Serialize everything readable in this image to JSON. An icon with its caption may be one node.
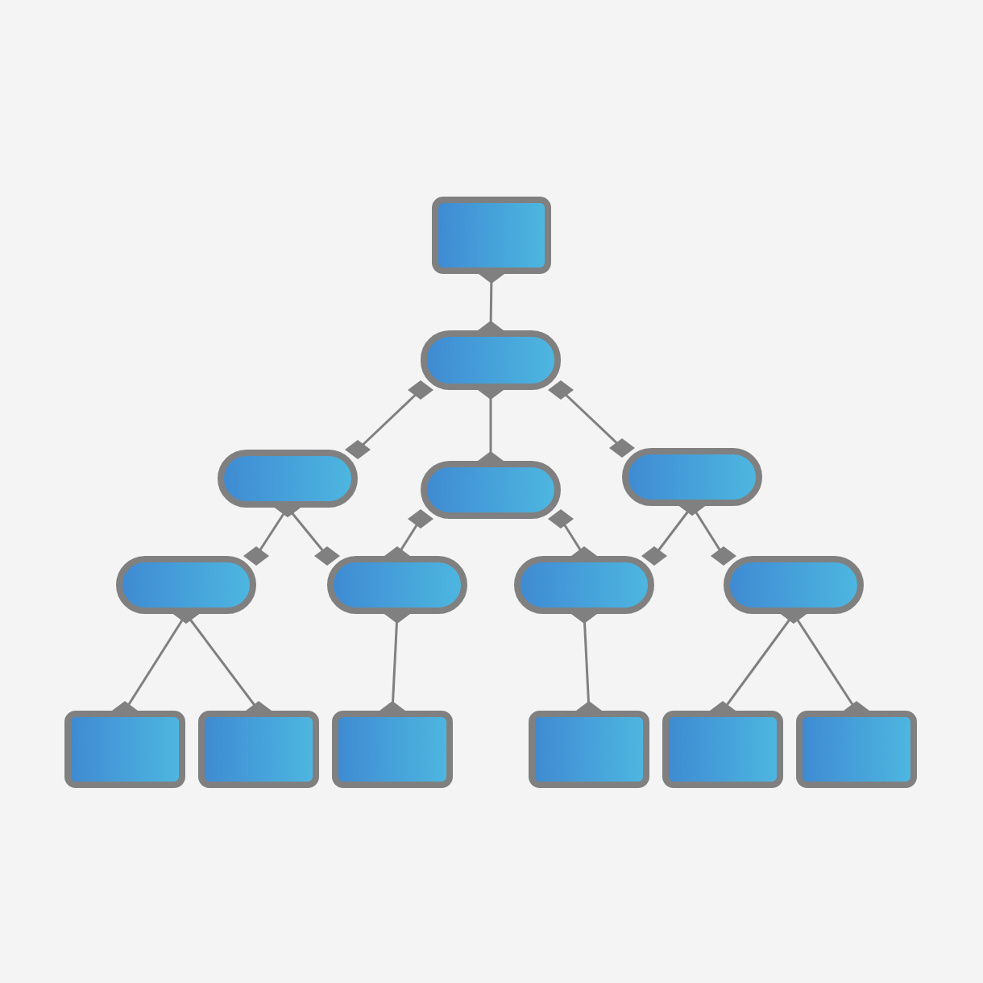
{
  "diagram": {
    "nodes": [
      {
        "text": [],
        "shape": "box"
      },
      {
        "text": [],
        "shape": "pill"
      },
      {
        "text": [],
        "shape": "pill"
      },
      {
        "text": [],
        "shape": "pill"
      },
      {
        "text": [],
        "shape": "pill"
      },
      {
        "text": [],
        "shape": "pill"
      },
      {
        "text": [],
        "shape": "pill"
      },
      {
        "text": [],
        "shape": "pill"
      },
      {
        "text": [],
        "shape": "pill"
      },
      {
        "text": [],
        "shape": "box"
      },
      {
        "text": [],
        "shape": "box"
      },
      {
        "text": [],
        "shape": "box"
      },
      {
        "text": [],
        "shape": "box"
      },
      {
        "text": [],
        "shape": "box"
      },
      {
        "text": [],
        "shape": "box"
      }
    ],
    "edges": [
      {
        "from": 0,
        "to": 1,
        "arrow": "other"
      },
      {
        "from": 1,
        "to": 2,
        "arrow": "other"
      },
      {
        "from": 1,
        "to": 3,
        "arrow": "other"
      },
      {
        "from": 1,
        "to": 4,
        "arrow": "other"
      },
      {
        "from": 2,
        "to": 5,
        "arrow": "other"
      },
      {
        "from": 2,
        "to": 6,
        "arrow": "other"
      },
      {
        "from": 3,
        "to": 6,
        "arrow": "other"
      },
      {
        "from": 3,
        "to": 7,
        "arrow": "other"
      },
      {
        "from": 4,
        "to": 7,
        "arrow": "other"
      },
      {
        "from": 4,
        "to": 8,
        "arrow": "other"
      },
      {
        "from": 5,
        "to": 9,
        "arrow": "other"
      },
      {
        "from": 5,
        "to": 10,
        "arrow": "other"
      },
      {
        "from": 6,
        "to": 11,
        "arrow": "other"
      },
      {
        "from": 7,
        "to": 12,
        "arrow": "other"
      },
      {
        "from": 8,
        "to": 13,
        "arrow": "other"
      },
      {
        "from": 8,
        "to": 14,
        "arrow": "other"
      }
    ]
  }
}
